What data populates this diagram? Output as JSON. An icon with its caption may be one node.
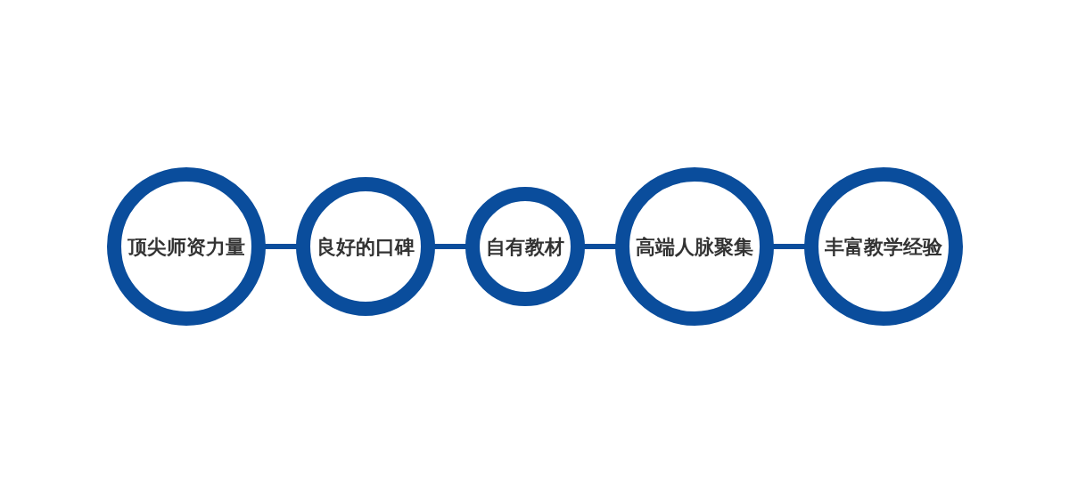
{
  "diagram": {
    "nodes": [
      {
        "text": [
          "顶尖师资力量"
        ]
      },
      {
        "text": [
          "良好的口碑"
        ]
      },
      {
        "text": [
          "自有教材"
        ]
      },
      {
        "text": [
          "高端人脉聚集"
        ]
      },
      {
        "text": [
          "丰富教学经验"
        ]
      }
    ],
    "edges": [
      {
        "from": 0,
        "to": 1,
        "arrow": "none"
      },
      {
        "from": 1,
        "to": 2,
        "arrow": "none"
      },
      {
        "from": 2,
        "to": 3,
        "arrow": "none"
      },
      {
        "from": 3,
        "to": 4,
        "arrow": "none"
      }
    ]
  }
}
